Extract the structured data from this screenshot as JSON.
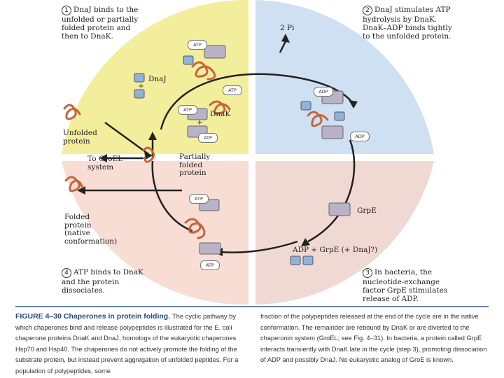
{
  "steps": {
    "step1": {
      "num": "1",
      "text": "DnaJ binds to the unfolded or partially folded protein and then to DnaK."
    },
    "step2": {
      "num": "2",
      "text": "DnaJ stimulates ATP hydrolysis by DnaK. DnaK–ADP binds tightly to the unfolded protein."
    },
    "step3": {
      "num": "3",
      "text": "In bacteria, the nucleotide-exchange factor GrpE stimulates release of ADP."
    },
    "step4": {
      "num": "4",
      "text": "ATP binds to DnaK and the protein dissociates."
    }
  },
  "labels": {
    "dnaj": "DnaJ",
    "dnak": "DnaK",
    "unfolded": "Unfolded\nprotein",
    "to_groel": "To GroEL\nsystem",
    "partially": "Partially\nfolded\nprotein",
    "folded": "Folded\nprotein\n(native\nconformation)",
    "grpe": "GrpE",
    "two_pi": "2 Pi",
    "adp_grpe": "ADP + GrpE (+ DnaJ?)",
    "plus": "+"
  },
  "tags": {
    "atp": "ATP",
    "adp": "ADP"
  },
  "caption": {
    "head": "FIGURE 4–30 Chaperones in protein folding.",
    "left": "The cyclic pathway by which chaperones bind and release polypeptides is illustrated for the E. coli chaperone proteins DnaK and DnaJ, homologs of the eukaryotic chaperones Hsp70 and Hsp40. The chaperones do not actively promote the folding of the substrate protein, but instead prevent aggregation of unfolded peptides. For a population of polypeptides, some",
    "right": "fraction of the polypeptides released at the end of the cycle are in the native conformation. The remainder are rebound by DnaK or are diverted to the chaperonin system (GroEL; see Fig. 4–31). In bacteria, a protein called GrpE interacts transiently with DnaK late in the cycle (step 3), promoting dissociation of ADP and possibly DnaJ. No eukaryotic analog of GroE is known."
  },
  "colors": {
    "q1": "#f3ee9c",
    "q2": "#cfe0f3",
    "q3": "#f0d8d3",
    "q4": "#f7ddd3",
    "dnak": "#b9b3c8",
    "dnaj": "#8fb3d9",
    "protein": "#c5643e",
    "caption_head": "#2a4a7a"
  }
}
